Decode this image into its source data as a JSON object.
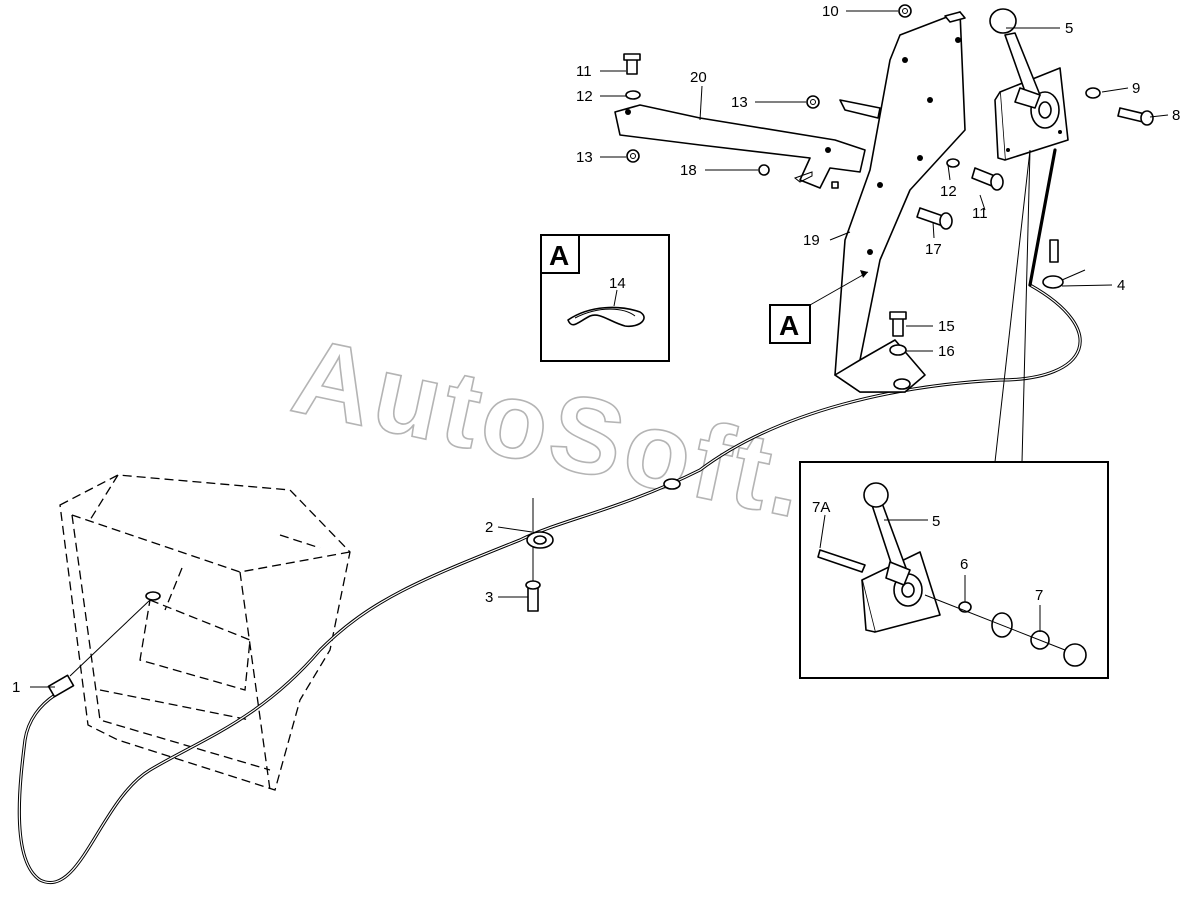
{
  "watermark": "AutoSoft.ru",
  "detail_view": {
    "letter": "A",
    "reference_letter": "A"
  },
  "callouts": {
    "c1": "1",
    "c2": "2",
    "c3": "3",
    "c4": "4",
    "c5": "5",
    "c5b": "5",
    "c6": "6",
    "c7": "7",
    "c7a": "7A",
    "c8": "8",
    "c9": "9",
    "c10": "10",
    "c11a": "11",
    "c11b": "11",
    "c12a": "12",
    "c12b": "12",
    "c13a": "13",
    "c13b": "13",
    "c14": "14",
    "c15": "15",
    "c16": "16",
    "c17": "17",
    "c18": "18",
    "c19": "19",
    "c20": "20"
  }
}
